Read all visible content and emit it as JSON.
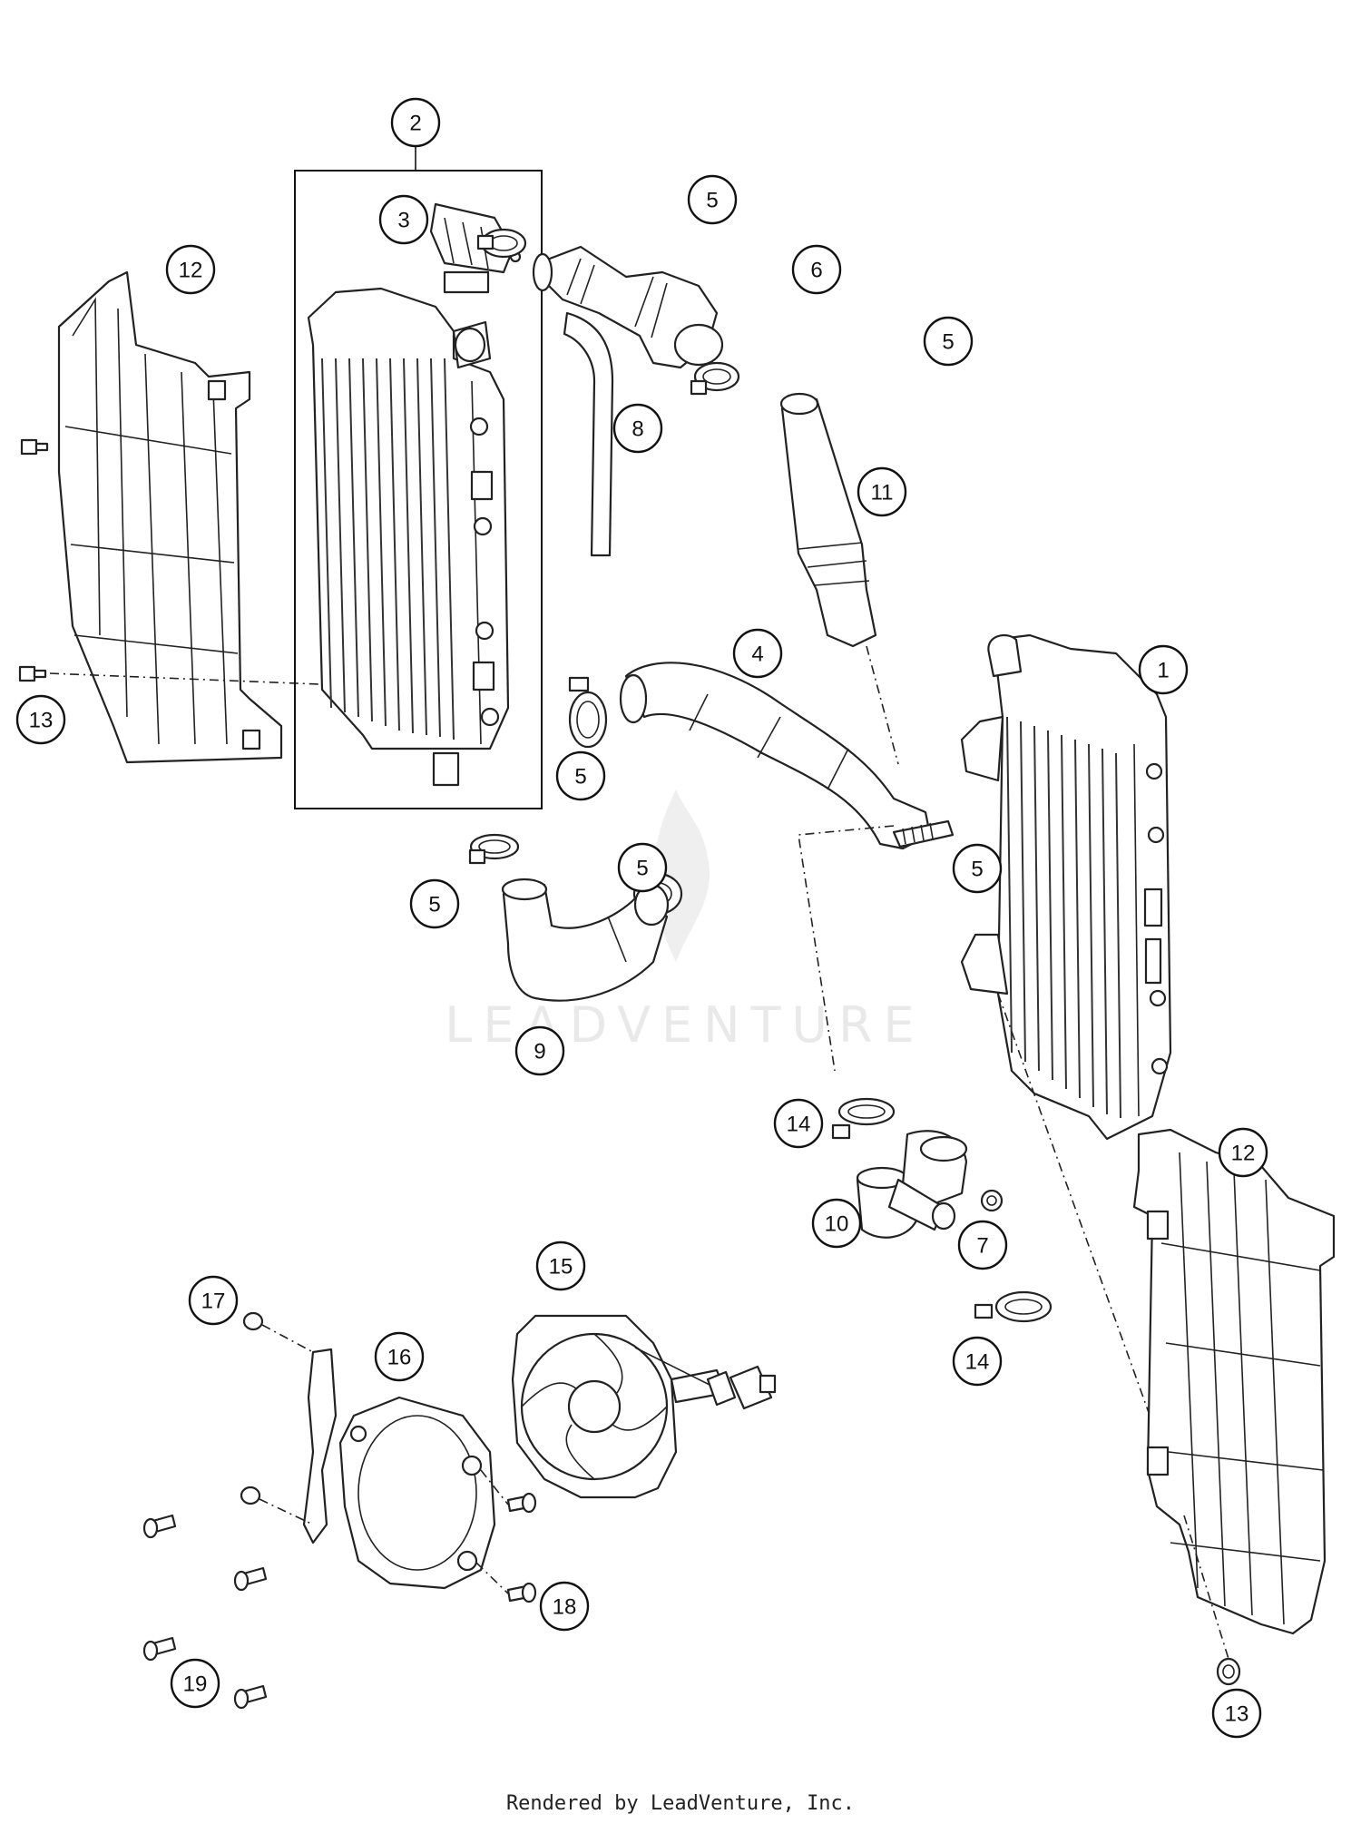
{
  "watermark": {
    "text": "LEADVENTURE"
  },
  "footer": {
    "credit": "Rendered by LeadVenture, Inc."
  },
  "callouts": [
    {
      "id": "c2",
      "label": "2"
    },
    {
      "id": "c3",
      "label": "3"
    },
    {
      "id": "c5a",
      "label": "5"
    },
    {
      "id": "c6",
      "label": "6"
    },
    {
      "id": "c5b",
      "label": "5"
    },
    {
      "id": "c12a",
      "label": "12"
    },
    {
      "id": "c8",
      "label": "8"
    },
    {
      "id": "c11",
      "label": "11"
    },
    {
      "id": "c4",
      "label": "4"
    },
    {
      "id": "c1",
      "label": "1"
    },
    {
      "id": "c13a",
      "label": "13"
    },
    {
      "id": "c5c",
      "label": "5"
    },
    {
      "id": "c5d",
      "label": "5"
    },
    {
      "id": "c5e",
      "label": "5"
    },
    {
      "id": "c5f",
      "label": "5"
    },
    {
      "id": "c9",
      "label": "9"
    },
    {
      "id": "c14a",
      "label": "14"
    },
    {
      "id": "c12b",
      "label": "12"
    },
    {
      "id": "c10",
      "label": "10"
    },
    {
      "id": "c7",
      "label": "7"
    },
    {
      "id": "c15",
      "label": "15"
    },
    {
      "id": "c17",
      "label": "17"
    },
    {
      "id": "c16",
      "label": "16"
    },
    {
      "id": "c14b",
      "label": "14"
    },
    {
      "id": "c18",
      "label": "18"
    },
    {
      "id": "c19",
      "label": "19"
    },
    {
      "id": "c13b",
      "label": "13"
    }
  ]
}
